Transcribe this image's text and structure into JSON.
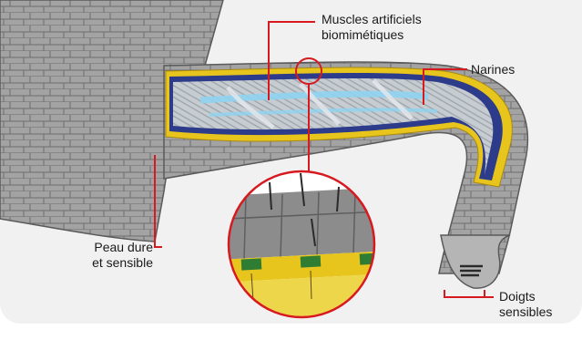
{
  "labels": {
    "muscles_line1": "Muscles artificiels",
    "muscles_line2": "biomimétiques",
    "narines": "Narines",
    "peau_line1": "Peau dure",
    "peau_line2": "et sensible",
    "doigts_line1": "Doigts",
    "doigts_line2": "sensibles"
  },
  "colors": {
    "leader_line": "#d71920",
    "skin": "#9c9c9c",
    "skin_outline": "#5a5a5a",
    "yellow_layer": "#e8c51c",
    "blue_layer": "#2d3c8a",
    "muscle": "#cfd4d8",
    "cavity": "#8fd3f0",
    "sensor": "#2e7d32",
    "background": "#f1f1f1"
  }
}
